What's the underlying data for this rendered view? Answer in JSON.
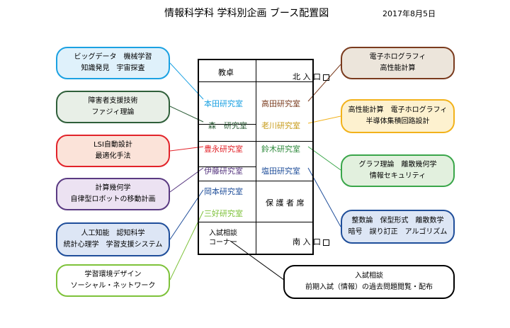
{
  "header": {
    "title": "情報科学科 学科別企画 ブース配置図",
    "date": "2017年8月5日"
  },
  "callouts_left": [
    {
      "lines": [
        "ビッグデータ　機械学習",
        "知識発見　宇宙探査"
      ],
      "color": "#1ba1e2",
      "fill": "#dff1fb"
    },
    {
      "lines": [
        "障害者支援技術",
        "ファジィ理論"
      ],
      "color": "#2f5f3a",
      "fill": "#e8efe7"
    },
    {
      "lines": [
        "LSI自動設計",
        "最適化手法"
      ],
      "color": "#e2232a",
      "fill": "#fbe3d9"
    },
    {
      "lines": [
        "計算幾何学",
        "自律型ロボットの移動計画"
      ],
      "color": "#5a3a82",
      "fill": "#ece2f2"
    },
    {
      "lines": [
        "人工知能　認知科学",
        "統計心理学　学習支援システム"
      ],
      "color": "#1f4e9a",
      "fill": "#dde6f5"
    },
    {
      "lines": [
        "学習環境デザイン",
        "ソーシャル・ネットワーク"
      ],
      "color": "#7ec23a",
      "fill": "#ffffff"
    }
  ],
  "callouts_right": [
    {
      "lines": [
        "電子ホログラフィ",
        "高性能計算"
      ],
      "color": "#7a3b1e",
      "fill": "#ece5db"
    },
    {
      "lines": [
        "高性能計算　電子ホログラフィ",
        "半導体集積回路設計"
      ],
      "color": "#f2b21b",
      "fill": "#fdf1cf"
    },
    {
      "lines": [
        "グラフ理論　離散幾何学",
        "情報セキュリティ"
      ],
      "color": "#3aa64a",
      "fill": "#e2f0de"
    },
    {
      "lines": [
        "整数論　保型形式　離散数学",
        "暗号　誤り訂正　アルゴリズム"
      ],
      "color": "#1f4e9a",
      "fill": "#dde6f5"
    }
  ],
  "callout_bottom": {
    "lines": [
      "入試相談",
      "前期入試（情報）の過去問題閲覧・配布"
    ],
    "color": "#000000",
    "fill": "#ffffff"
  },
  "floor": {
    "lecture_desk": "教卓",
    "north_exit": "北 入 口",
    "south_exit": "南 入 口",
    "guardian_seats": "保 護 者 席",
    "admission_corner_1": "入試相談",
    "admission_corner_2": "コーナー",
    "labs": [
      {
        "name": "本田研究室",
        "color": "#1ba1e2"
      },
      {
        "name": "森　研究室",
        "color": "#2f5f3a"
      },
      {
        "name": "豊永研究室",
        "color": "#e2232a"
      },
      {
        "name": "伊藤研究室",
        "color": "#5a3a82"
      },
      {
        "name": "岡本研究室",
        "color": "#1f4e9a"
      },
      {
        "name": "三好研究室",
        "color": "#7ec23a"
      },
      {
        "name": "高田研究室",
        "color": "#7a3b1e"
      },
      {
        "name": "老川研究室",
        "color": "#c79a16"
      },
      {
        "name": "鈴木研究室",
        "color": "#2e8a3c"
      },
      {
        "name": "塩田研究室",
        "color": "#1f4e9a"
      }
    ]
  }
}
